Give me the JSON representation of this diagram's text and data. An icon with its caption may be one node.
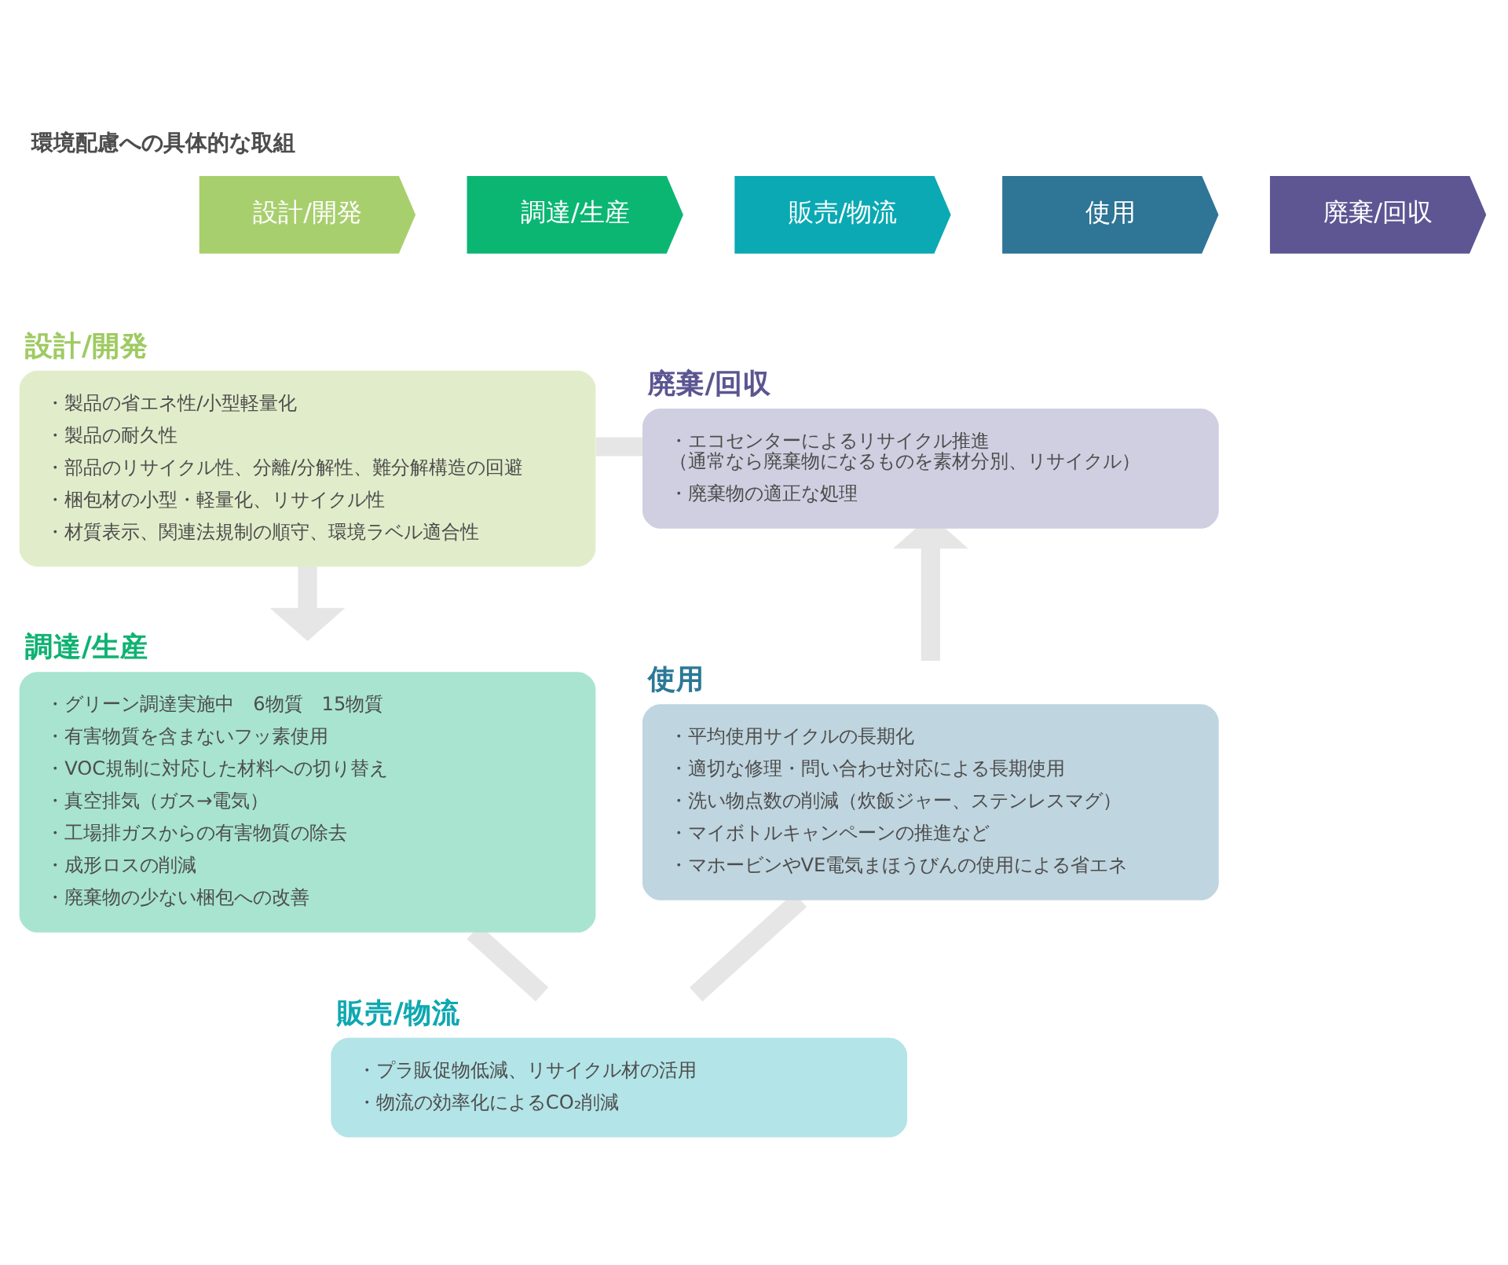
{
  "diagram": {
    "title": "環境配慮への具体的な取組",
    "nodes": [
      {
        "text": [
          "設計/開発"
        ]
      },
      {
        "text": [
          "調達/生産"
        ]
      },
      {
        "text": [
          "販売/物流"
        ]
      },
      {
        "text": [
          "使用"
        ]
      },
      {
        "text": [
          "廃棄/回収"
        ]
      },
      {
        "text": [
          "設計/開発",
          "・製品の省エネ性/小型軽量化",
          "・製品の耐久性",
          "・部品のリサイクル性、分離/分解性、難分解構造の回避",
          "・梱包材の小型・軽量化、リサイクル性",
          "・材質表示、関連法規制の順守、環境ラベル適合性"
        ]
      },
      {
        "text": [
          "廃棄/回収",
          "・エコセンターによるリサイクル推進（通常なら廃棄物になるものを素材分別、リサイクル）",
          "・廃棄物の適正な処理"
        ]
      },
      {
        "text": [
          "使用",
          "・平均使用サイクルの長期化",
          "・適切な修理・問い合わせ対応による長期使用",
          "・洗い物点数の削減（炊飯ジャー、ステンレスマグ）",
          "・マイボトルキャンペーンの推進など",
          "・マホービンやVE電気まほうびんの使用による省エネ"
        ]
      },
      {
        "text": [
          "調達/生産",
          "・グリーン調達実施中　6物質　15物質",
          "・有害物質を含まないフッ素使用",
          "・VOC規制に対応した材料への切り替え",
          "・真空排気（ガス→電気）",
          "・工場排ガスからの有害物質の除去",
          "・成形ロスの削減",
          "・廃棄物の少ない梱包への改善"
        ]
      },
      {
        "text": [
          "販売/物流",
          "・プラ販促物低減、リサイクル材の活用",
          "・物流の効率化によるCO₂削減"
        ]
      }
    ],
    "edges": [
      {
        "from": 5,
        "to": 8,
        "arrow": "to"
      },
      {
        "from": 8,
        "to": 9,
        "arrow": "none"
      },
      {
        "from": 9,
        "to": 7,
        "arrow": "none"
      },
      {
        "from": 7,
        "to": 6,
        "arrow": "to"
      },
      {
        "from": 6,
        "to": 5,
        "arrow": "none"
      }
    ]
  }
}
